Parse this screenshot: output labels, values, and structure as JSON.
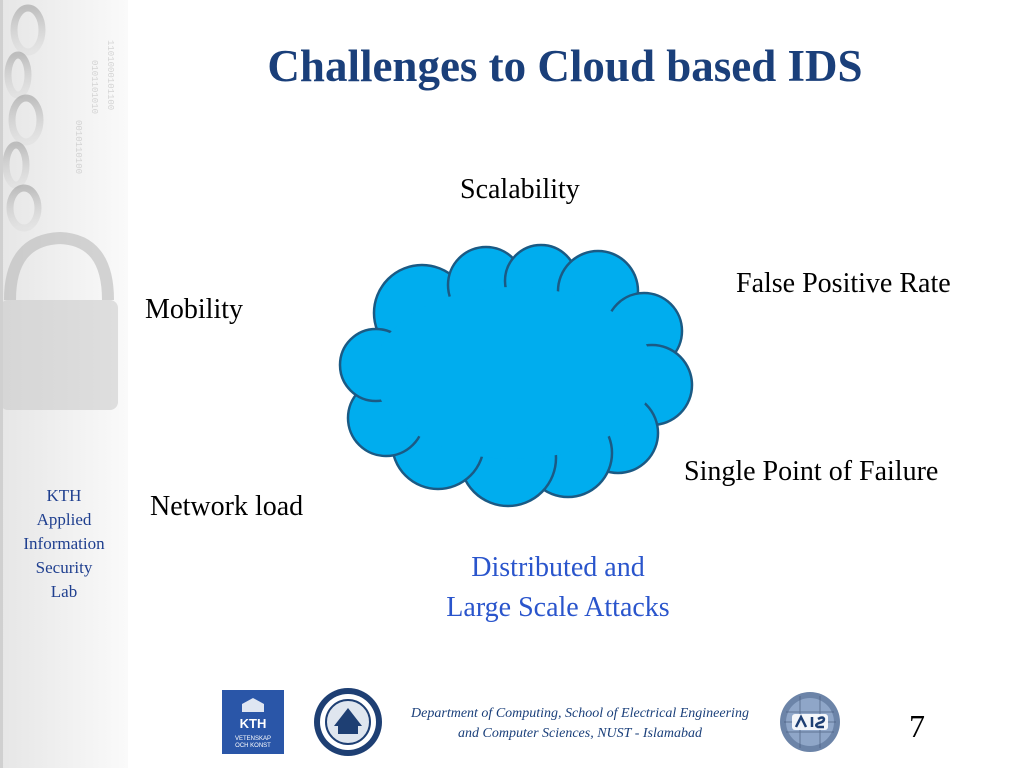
{
  "slide": {
    "title": "Challenges to Cloud based IDS",
    "labels": {
      "scalability": "Scalability",
      "false_positive_rate": "False Positive Rate",
      "mobility": "Mobility",
      "single_point_of_failure": "Single Point of Failure",
      "network_load": "Network load"
    },
    "attacks_lines": [
      "Distributed and",
      "Large Scale Attacks"
    ],
    "cloud_color": "#00adee",
    "title_color": "#1a3f7a",
    "attacks_color": "#2a55cc"
  },
  "sidebar": {
    "lab_lines": [
      "KTH",
      "Applied",
      "Information",
      "Security",
      "Lab"
    ]
  },
  "footer": {
    "department": "Department of Computing, School of Electrical Engineering and Computer Sciences, NUST - Islamabad",
    "page_number": "7",
    "logos": [
      "kth-logo",
      "nust-logo",
      "ais-logo"
    ]
  }
}
